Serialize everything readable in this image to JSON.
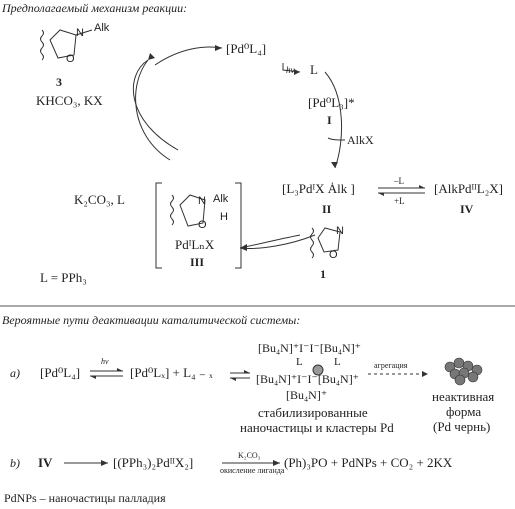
{
  "section1_title": "Предполагаемый механизм реакции:",
  "section2_title": "Вероятные пути деактивации каталитической системы:",
  "mech": {
    "pd0l4": "[Pd⁰L₄]",
    "hv": "hv",
    "L": "L",
    "pd0l3": "[Pd⁰L₃]*",
    "I": "I",
    "alkx": "AlkX",
    "l3pdixalk": "[L₃PdᴵX  Ȧlk ]",
    "II": "II",
    "minusL": "–L",
    "plusL": "+L",
    "alkpd2": "[AlkPdᴵᴵL₂X]",
    "IV": "IV",
    "oxazole_N": "N",
    "oxazole_O": "O",
    "one": "1",
    "int3_N": "N",
    "int3_O": "O",
    "int3_Alk": "Alk",
    "int3_H": "H",
    "int3_pd": "PdᴵLₙX",
    "III": "III",
    "k2co3L": "K₂CO₃, L",
    "prod_N": "N",
    "prod_O": "O",
    "prod_Alk": "Alk",
    "three": "3",
    "khco3": "KHCO₃, KX",
    "LPPh3": "L = PPh₃"
  },
  "deact_a": {
    "label": "a)",
    "pd0l4": "[Pd⁰L₄]",
    "hv": "hv",
    "pd0lx": "[Pd⁰Lₓ] + L₄ ₋ ₓ",
    "cl_top": "[Bu₄N]⁺I⁻I⁻[Bu₄N]⁺",
    "cl_mid1": "L",
    "cl_mid2": "L",
    "cl_bot": "[Bu₄N]⁺I⁻I⁻[Bu₄N]⁺",
    "cl_last": "[Bu₄N]⁺",
    "left_cl": "[Bu₄N]⁺",
    "right_cl": "[Bu₄N]⁺",
    "aggregation": "агрегация",
    "stab1": "стабилизированные",
    "stab2": "наночастицы и кластеры Pd",
    "inactive1": "неактивная",
    "inactive2": "форма",
    "inactive3": "(Pd чернь)"
  },
  "deact_b": {
    "label": "b)",
    "IV": "IV",
    "complex": "[(PPh₃)₂PdᴵᴵX₂]",
    "k2co3": "K₂CO₃",
    "oxid": "окисление лиганда",
    "products": "(Ph)₃PO + PdNPs + CO₂ + 2KX"
  },
  "footnote": "PdNPs  –  наночастицы палладия"
}
